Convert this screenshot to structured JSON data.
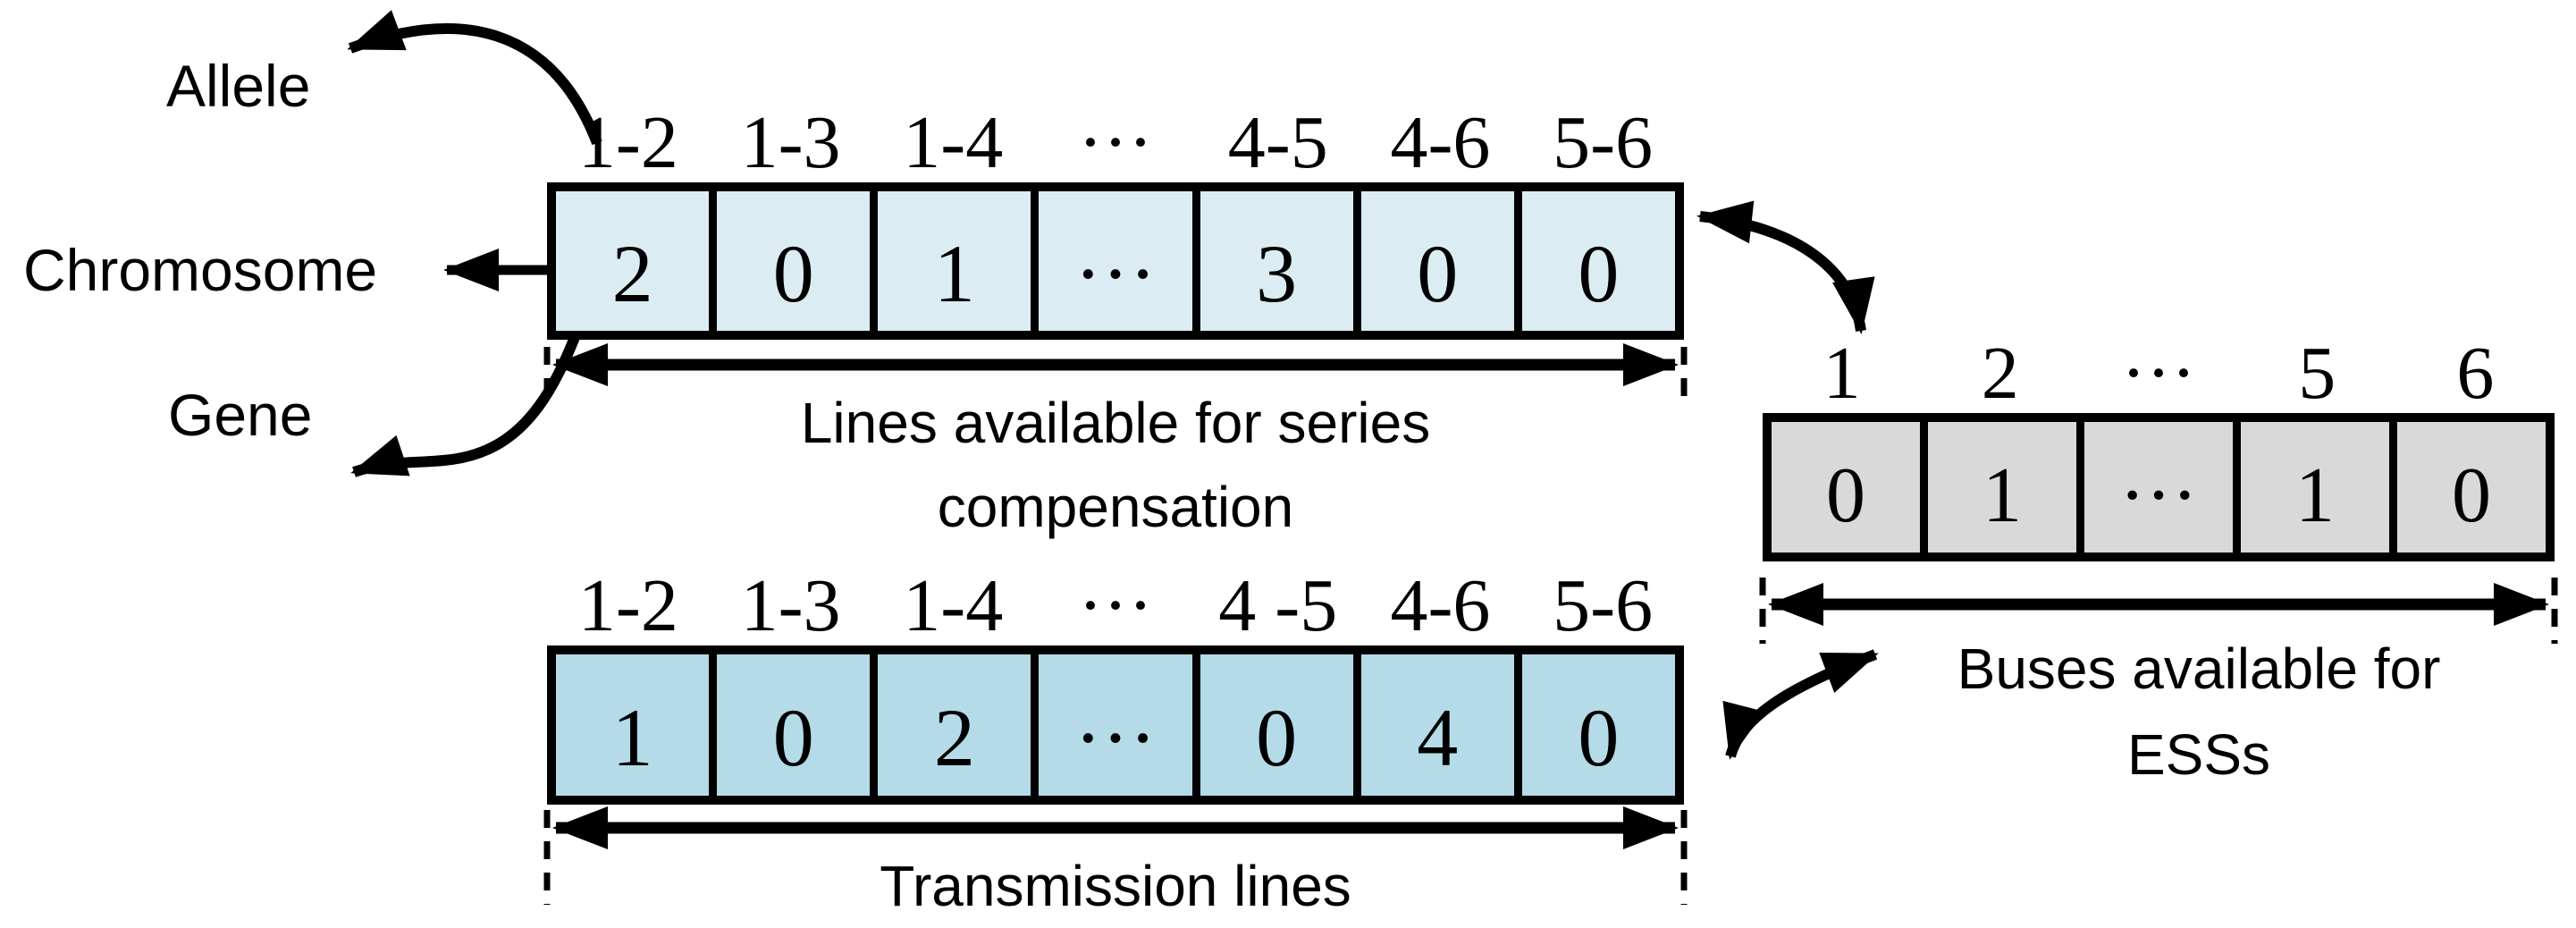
{
  "figure": {
    "allele_label": "Allele",
    "chromosome_label": "Chromosome",
    "gene_label": "Gene",
    "ink_color": "#000000",
    "background_color": "#ffffff"
  },
  "series_array": {
    "caption_line1": "Lines available for series",
    "caption_line2": "compensation",
    "cell_color": "#dbecf3",
    "headers": [
      "1-2",
      "1-3",
      "1-4",
      "···",
      "4-5",
      "4-6",
      "5-6"
    ],
    "values": [
      "2",
      "0",
      "1",
      "···",
      "3",
      "0",
      "0"
    ]
  },
  "transmission_array": {
    "caption": "Transmission lines",
    "cell_color": "#b4dbe7",
    "headers": [
      "1-2",
      "1-3",
      "1-4",
      "···",
      "4 -5",
      "4-6",
      "5-6"
    ],
    "values": [
      "1",
      "0",
      "2",
      "···",
      "0",
      "4",
      "0"
    ]
  },
  "bus_array": {
    "caption_line1": "Buses available for",
    "caption_line2": "ESSs",
    "cell_color": "#d9d9d9",
    "headers": [
      "1",
      "2",
      "···",
      "5",
      "6"
    ],
    "values": [
      "0",
      "1",
      "···",
      "1",
      "0"
    ]
  }
}
